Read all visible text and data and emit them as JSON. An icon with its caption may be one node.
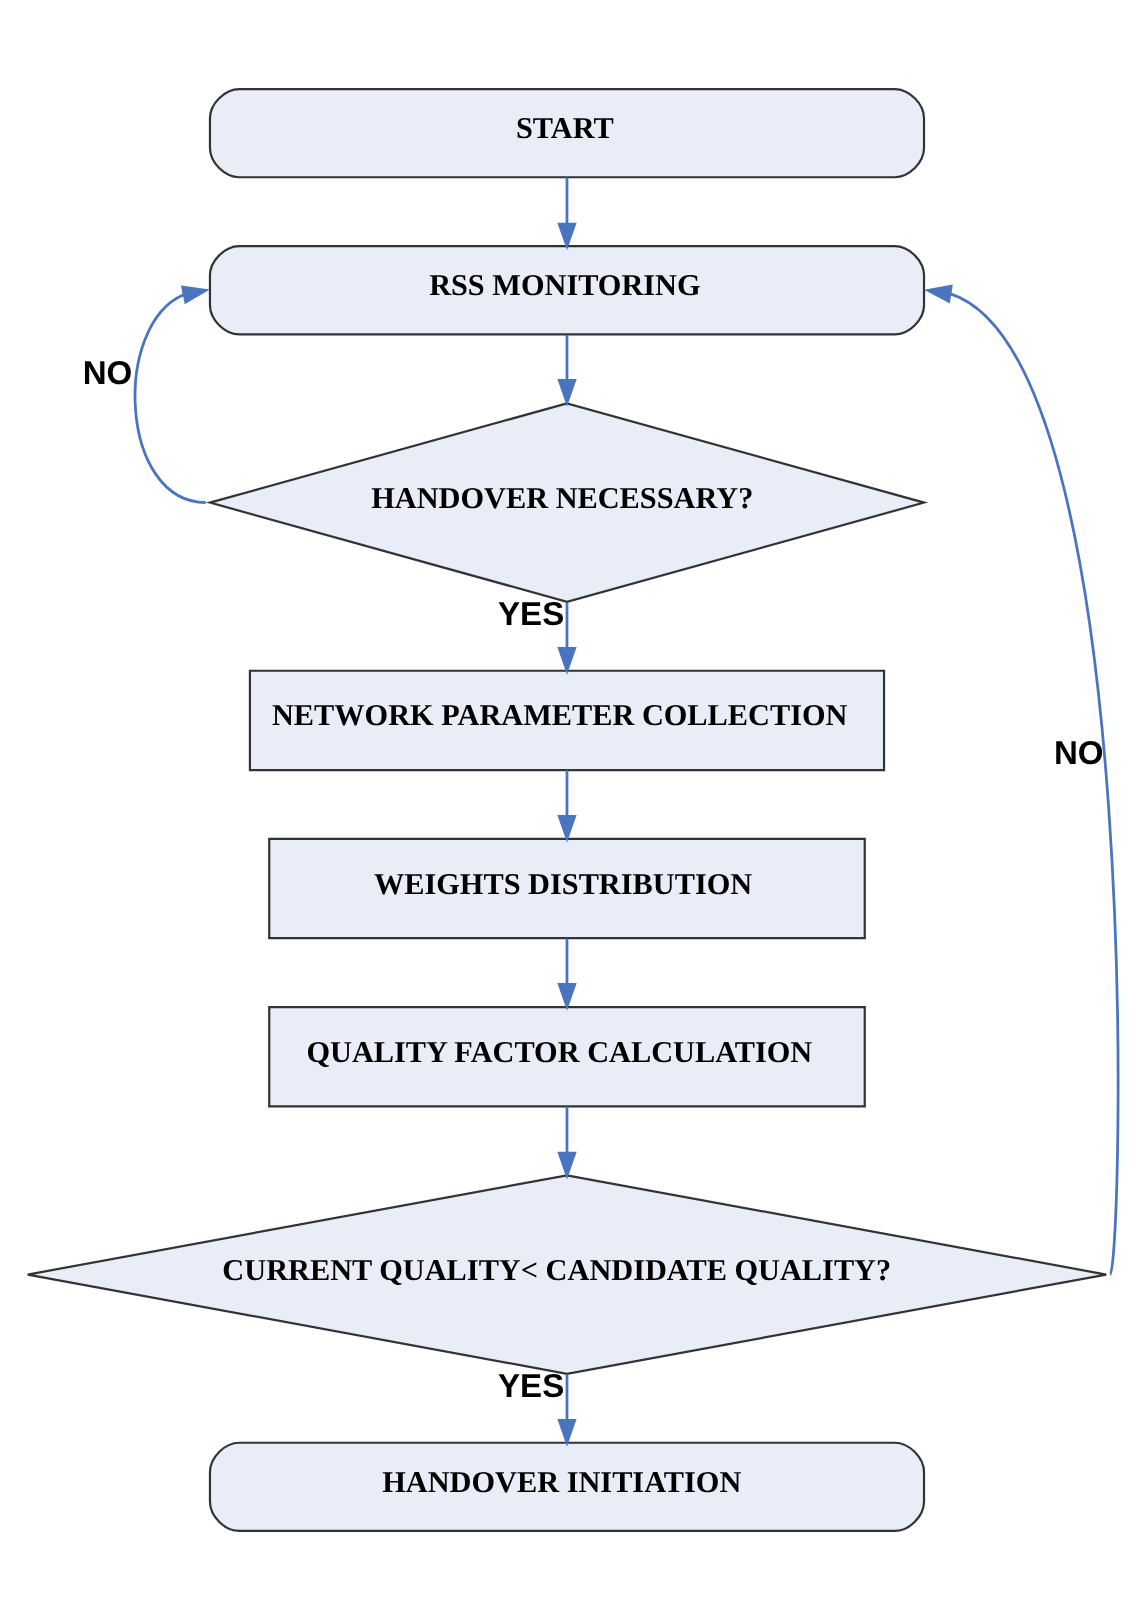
{
  "diagram": {
    "nodes": [
      {
        "text": [
          "START"
        ]
      },
      {
        "text": [
          "RSS MONITORING"
        ]
      },
      {
        "text": [
          "HANDOVER NECESSARY?"
        ]
      },
      {
        "text": [
          "NETWORK PARAMETER COLLECTION"
        ]
      },
      {
        "text": [
          "WEIGHTS DISTRIBUTION"
        ]
      },
      {
        "text": [
          "QUALITY FACTOR CALCULATION"
        ]
      },
      {
        "text": [
          "CURRENT QUALITY< CANDIDATE QUALITY?"
        ]
      },
      {
        "text": [
          "HANDOVER INITIATION"
        ]
      }
    ],
    "edges": [
      {
        "from": 0,
        "to": 1,
        "arrow": "to"
      },
      {
        "from": 1,
        "to": 2,
        "arrow": "to"
      },
      {
        "from": 2,
        "to": 1,
        "arrow": "to",
        "label": "NO"
      },
      {
        "from": 2,
        "to": 3,
        "arrow": "to",
        "label": "YES"
      },
      {
        "from": 3,
        "to": 4,
        "arrow": "to"
      },
      {
        "from": 4,
        "to": 5,
        "arrow": "to"
      },
      {
        "from": 5,
        "to": 6,
        "arrow": "to"
      },
      {
        "from": 6,
        "to": 1,
        "arrow": "to",
        "label": "NO"
      },
      {
        "from": 6,
        "to": 7,
        "arrow": "to",
        "label": "YES"
      }
    ]
  }
}
